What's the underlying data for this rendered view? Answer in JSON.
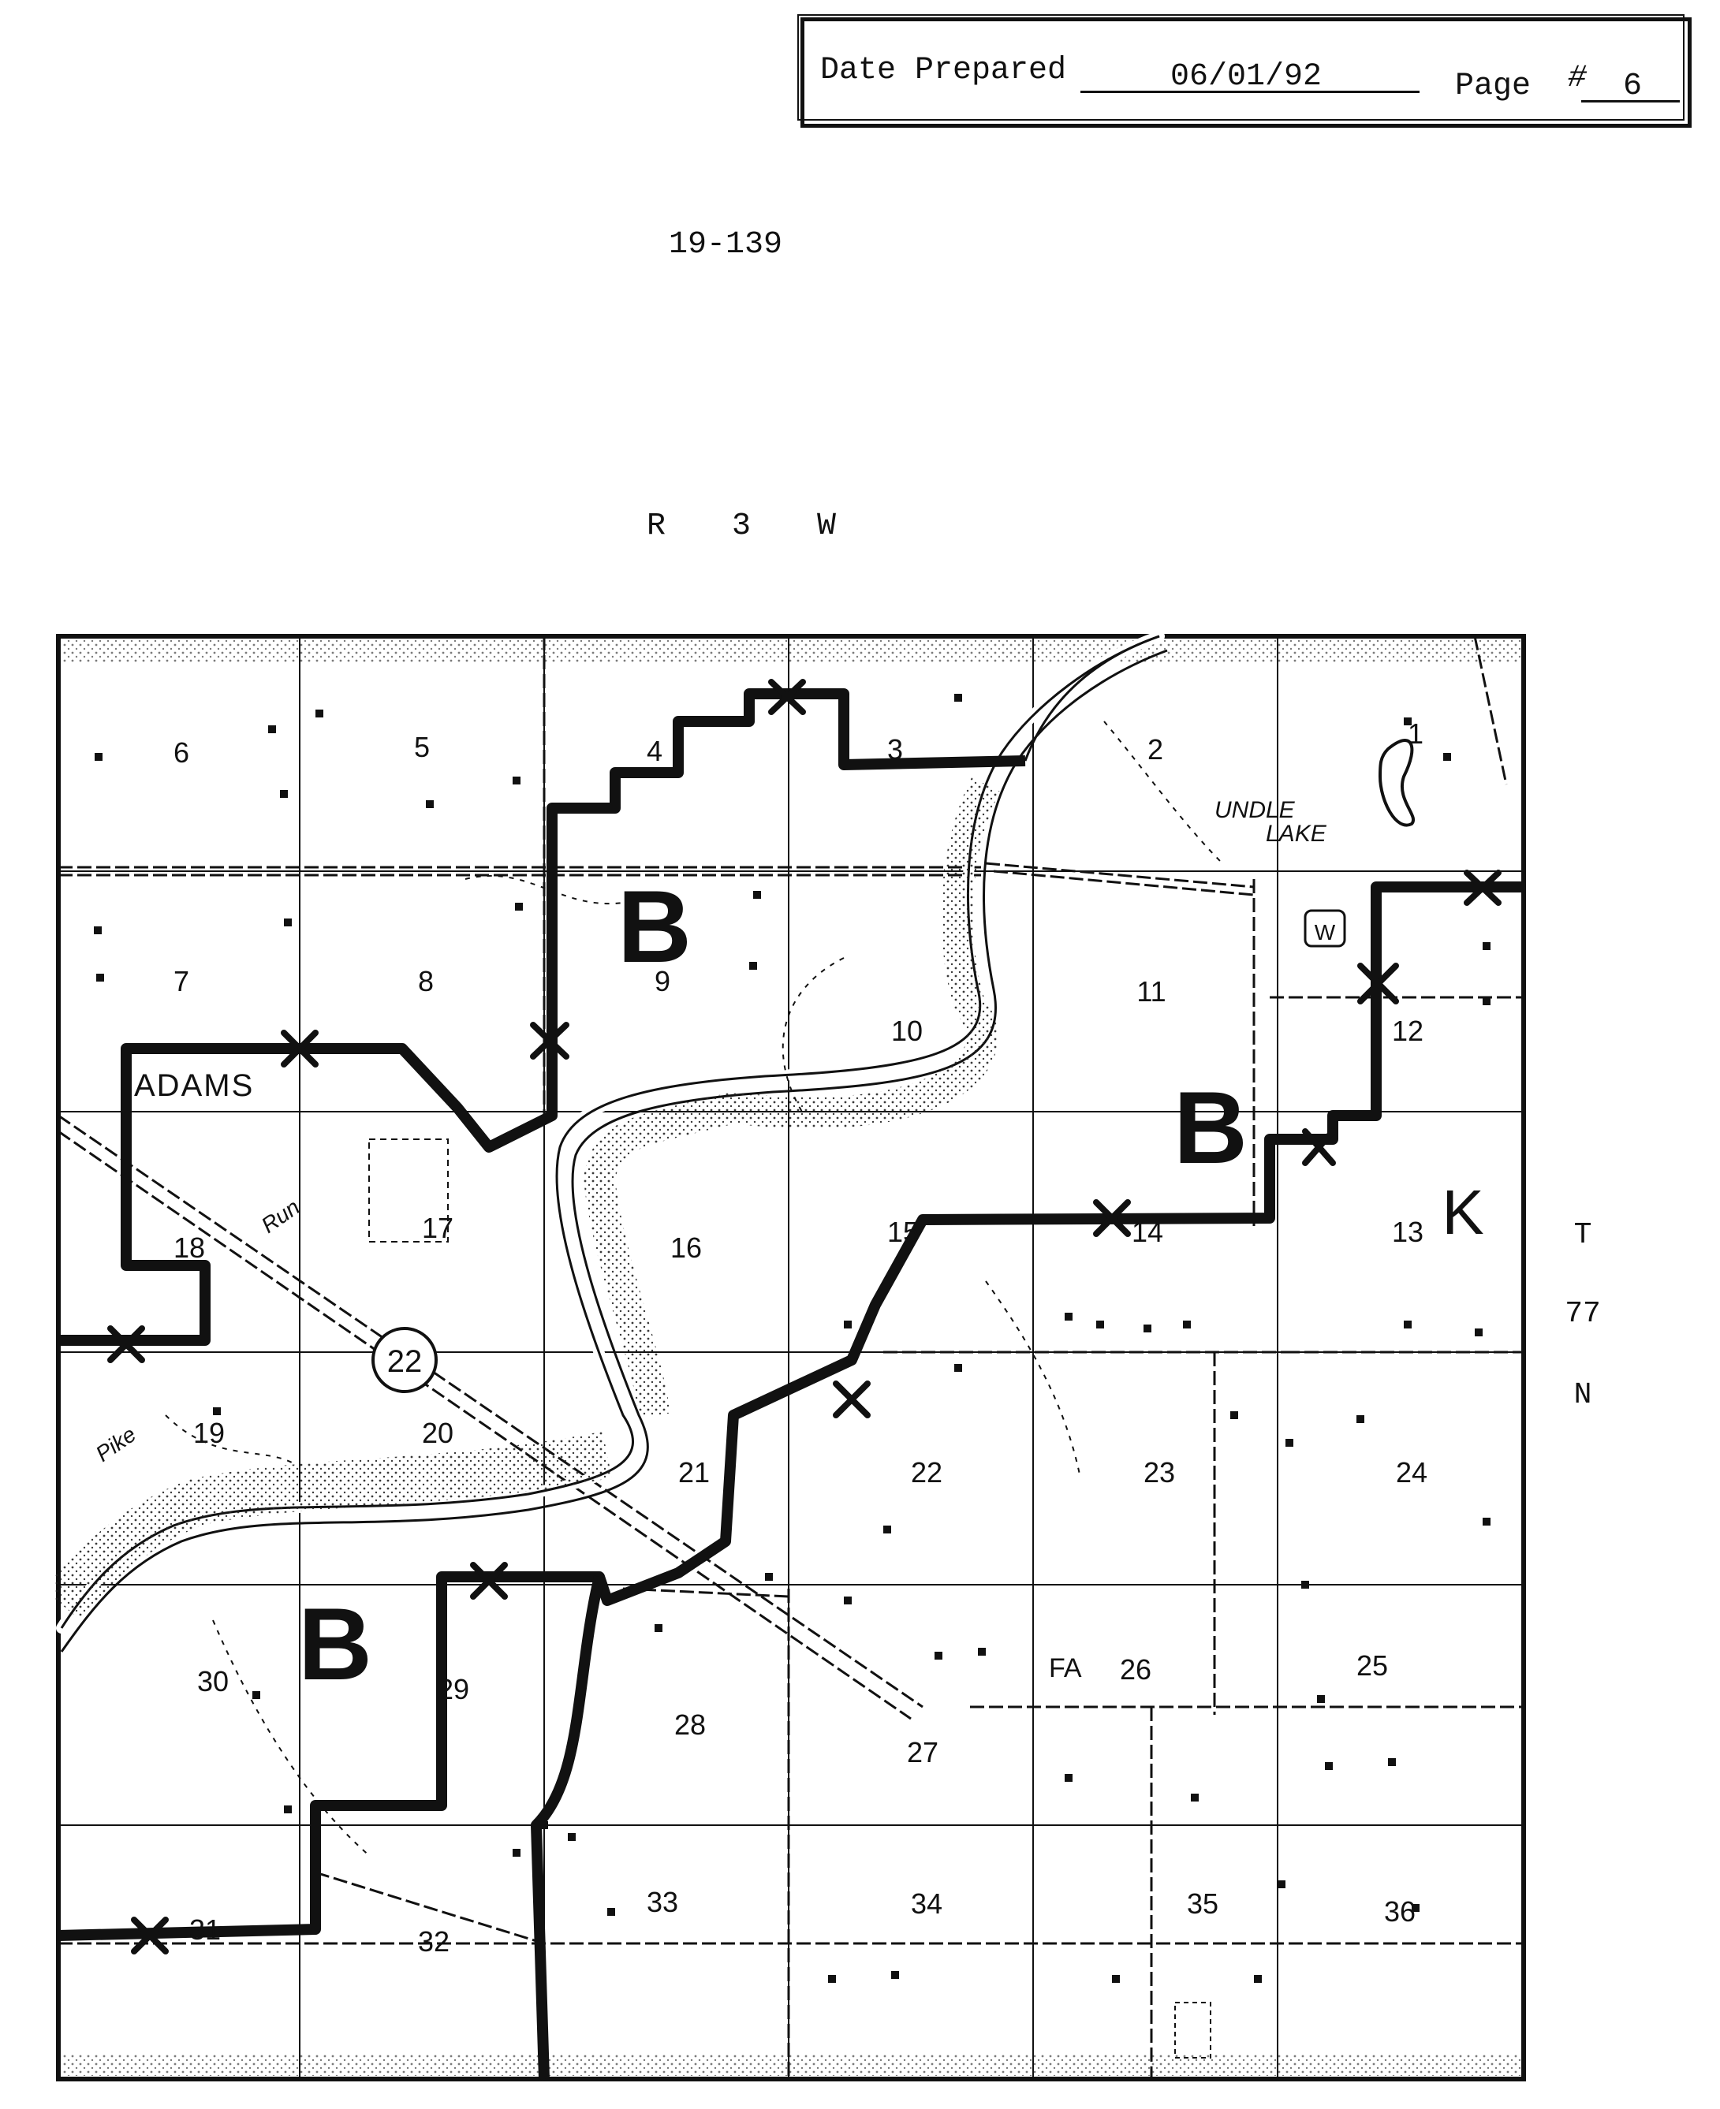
{
  "header": {
    "date_label": "Date Prepared",
    "date_value": "06/01/92",
    "page_label": "Page",
    "page_symbol": "#",
    "page_value": "6"
  },
  "doc_id": "19-139",
  "range_label": "R 3 W",
  "township_label": [
    "T",
    "77",
    "N"
  ],
  "map": {
    "sections": [
      "1",
      "2",
      "3",
      "4",
      "5",
      "6",
      "7",
      "8",
      "9",
      "10",
      "11",
      "12",
      "13",
      "14",
      "15",
      "16",
      "17",
      "18",
      "19",
      "20",
      "21",
      "22",
      "23",
      "24",
      "25",
      "26",
      "27",
      "28",
      "29",
      "30",
      "31",
      "32",
      "33",
      "34",
      "35",
      "36"
    ],
    "zone_labels": [
      "B",
      "B",
      "B",
      "K"
    ],
    "place_labels": [
      "ADAMS",
      "UNDLE",
      "LAKE",
      "Pike",
      "Run",
      "FA"
    ],
    "highway_shield": "22",
    "wells_marker": "W"
  }
}
